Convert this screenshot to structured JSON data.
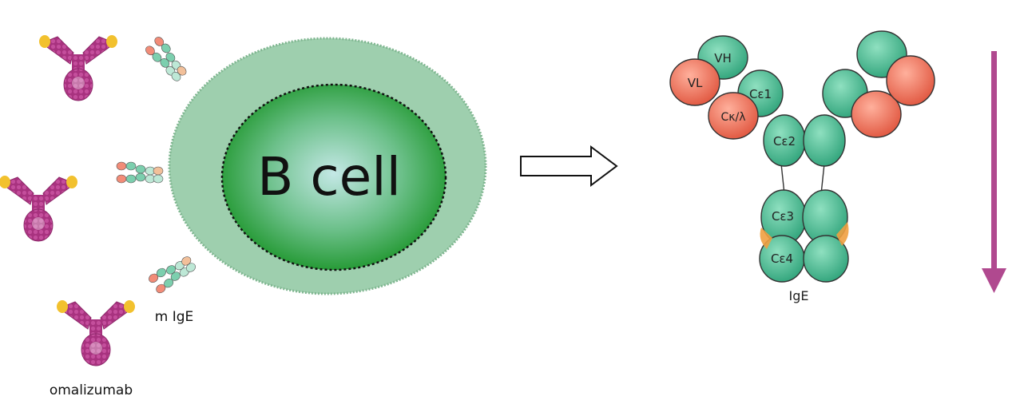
{
  "cell": {
    "label": "B cell",
    "outer_color": "#9ecfae",
    "inner_color": "#1f9a2e",
    "center_color": "#bfe3e2"
  },
  "membrane_ige": {
    "label": "m IgE"
  },
  "drug": {
    "label": "omalizumab",
    "color": "#a8327f",
    "tip_color": "#f2c12e"
  },
  "ige": {
    "label": "IgE",
    "domains": {
      "vh": "VH",
      "vl": "VL",
      "ce1": "Cε1",
      "ck": "Cκ/λ",
      "ce2": "Cε2",
      "ce3": "Cε3",
      "ce4": "Cε4"
    },
    "heavy_color": "#4cbf95",
    "light_color": "#ef7a63",
    "accent_color": "#f0a040"
  },
  "arrows": {
    "right_color": "#ffffff",
    "down_color": "#b0498f"
  }
}
